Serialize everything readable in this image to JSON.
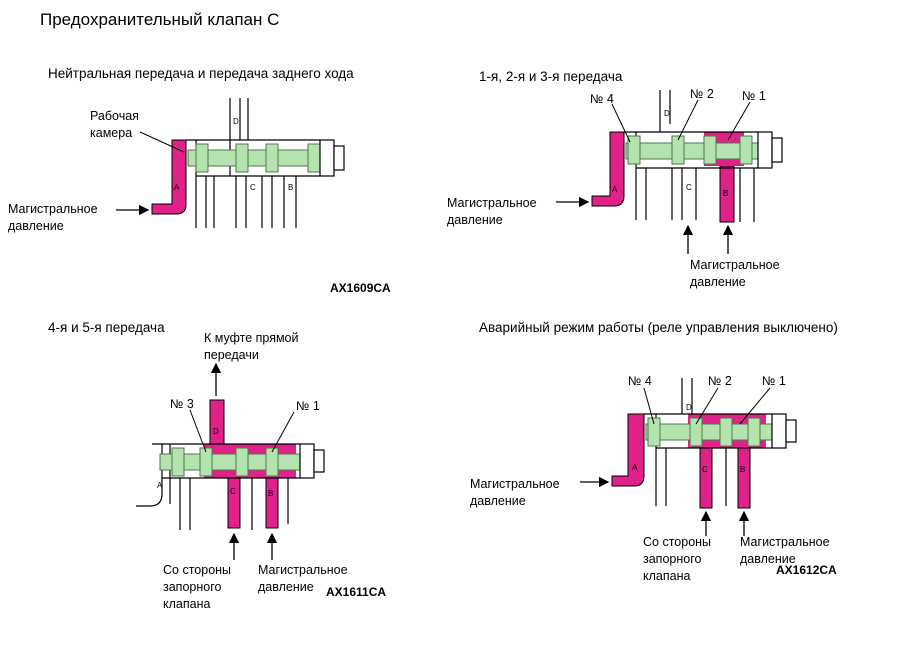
{
  "title": "Предохранительный клапан C",
  "colors": {
    "pressure": "#e0218a",
    "spool": "#b5e3b0",
    "spool_edge": "#4a7a4a",
    "line": "#000000"
  },
  "panels": [
    {
      "id": "p1",
      "subtitle": "Нейтральная передача и передача заднего хода",
      "labels": [
        "Рабочая",
        "камера",
        "Магистральное",
        "давление"
      ],
      "ports": [
        "D",
        "A",
        "C",
        "B"
      ],
      "code": "AX1609CA"
    },
    {
      "id": "p2",
      "subtitle": "1-я, 2-я и 3-я передача",
      "labels": [
        "№ 4",
        "№ 2",
        "№ 1",
        "Магистральное",
        "давление",
        "Магистральное",
        "давление"
      ],
      "ports": [
        "D",
        "A",
        "C",
        "B"
      ],
      "code": ""
    },
    {
      "id": "p3",
      "subtitle": "4-я и 5-я передача",
      "labels": [
        "К муфте прямой",
        "передачи",
        "№ 3",
        "№ 1",
        "Со стороны",
        "запорного",
        "клапана",
        "Магистральное",
        "давление"
      ],
      "ports": [
        "D",
        "A",
        "C",
        "B"
      ],
      "code": "AX1611CA"
    },
    {
      "id": "p4",
      "subtitle": "Аварийный режим работы (реле управления выключено)",
      "labels": [
        "№ 4",
        "№ 2",
        "№ 1",
        "Магистральное",
        "давление",
        "Со стороны",
        "запорного",
        "клапана",
        "Магистральное",
        "давление"
      ],
      "ports": [
        "D",
        "A",
        "C",
        "B"
      ],
      "code": "AX1612CA"
    }
  ]
}
